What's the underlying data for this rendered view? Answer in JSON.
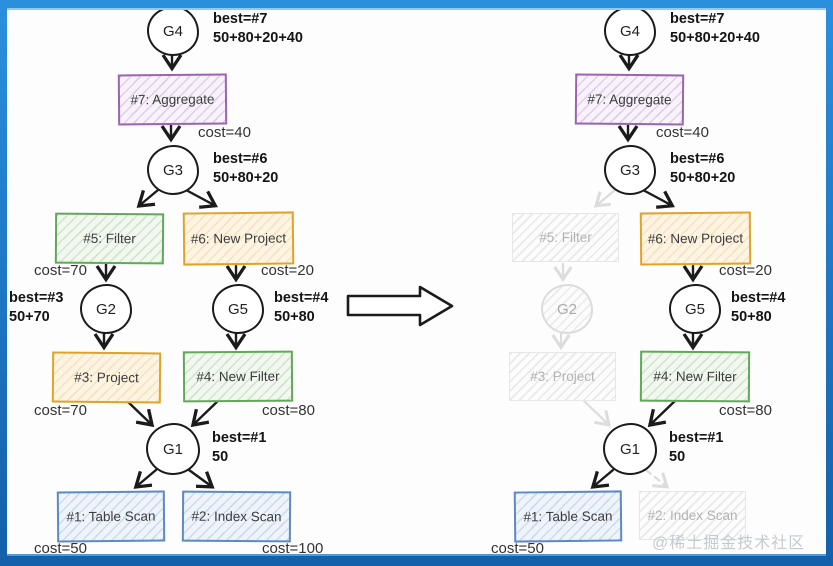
{
  "colors": {
    "ink": "#1b1b1b",
    "purple": "#9a64b0",
    "green": "#5fa957",
    "orange": "#dfa32a",
    "blue": "#5d89c4",
    "faded": "#dcdcdc",
    "frame-top": "#2a8fdd",
    "frame-bottom": "#1460ab"
  },
  "watermark": "@稀土掘金技术社区",
  "left": {
    "g4": {
      "label": "G4",
      "best": "best=#7",
      "calc": "50+80+20+40"
    },
    "g3": {
      "label": "G3",
      "best": "best=#6",
      "calc": "50+80+20"
    },
    "g2": {
      "label": "G2",
      "best": "best=#3",
      "calc": "50+70"
    },
    "g5": {
      "label": "G5",
      "best": "best=#4",
      "calc": "50+80"
    },
    "g1": {
      "label": "G1",
      "best": "best=#1",
      "calc": "50"
    },
    "op7": {
      "label": "#7: Aggregate",
      "cost": "cost=40"
    },
    "op5": {
      "label": "#5: Filter",
      "cost": "cost=70"
    },
    "op6": {
      "label": "#6: New Project",
      "cost": "cost=20"
    },
    "op3": {
      "label": "#3: Project",
      "cost": "cost=70"
    },
    "op4": {
      "label": "#4: New Filter",
      "cost": "cost=80"
    },
    "op1": {
      "label": "#1: Table Scan",
      "cost": "cost=50"
    },
    "op2": {
      "label": "#2: Index Scan",
      "cost": "cost=100"
    }
  },
  "right": {
    "g4": {
      "label": "G4",
      "best": "best=#7",
      "calc": "50+80+20+40"
    },
    "g3": {
      "label": "G3",
      "best": "best=#6",
      "calc": "50+80+20"
    },
    "g2": {
      "label": "G2"
    },
    "g5": {
      "label": "G5",
      "best": "best=#4",
      "calc": "50+80"
    },
    "g1": {
      "label": "G1",
      "best": "best=#1",
      "calc": "50"
    },
    "op7": {
      "label": "#7: Aggregate",
      "cost": "cost=40"
    },
    "op5": {
      "label": "#5: Filter"
    },
    "op6": {
      "label": "#6: New Project",
      "cost": "cost=20"
    },
    "op3": {
      "label": "#3: Project"
    },
    "op4": {
      "label": "#4: New Filter",
      "cost": "cost=80"
    },
    "op1": {
      "label": "#1: Table Scan",
      "cost": "cost=50"
    },
    "op2": {
      "label": "#2: Index Scan"
    }
  }
}
